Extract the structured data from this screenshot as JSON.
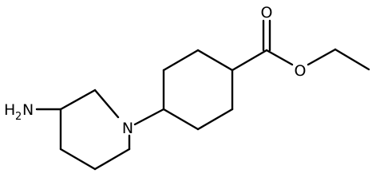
{
  "molecule": {
    "atom_labels": {
      "amine": "H2N",
      "amine_parts": [
        "H",
        "2",
        "N"
      ],
      "ring_nitrogen": "N",
      "carbonyl_oxygen": "O",
      "ester_oxygen": "O"
    },
    "colors": {
      "bond": "#000000",
      "label": "#000000",
      "background": "#ffffff"
    }
  }
}
